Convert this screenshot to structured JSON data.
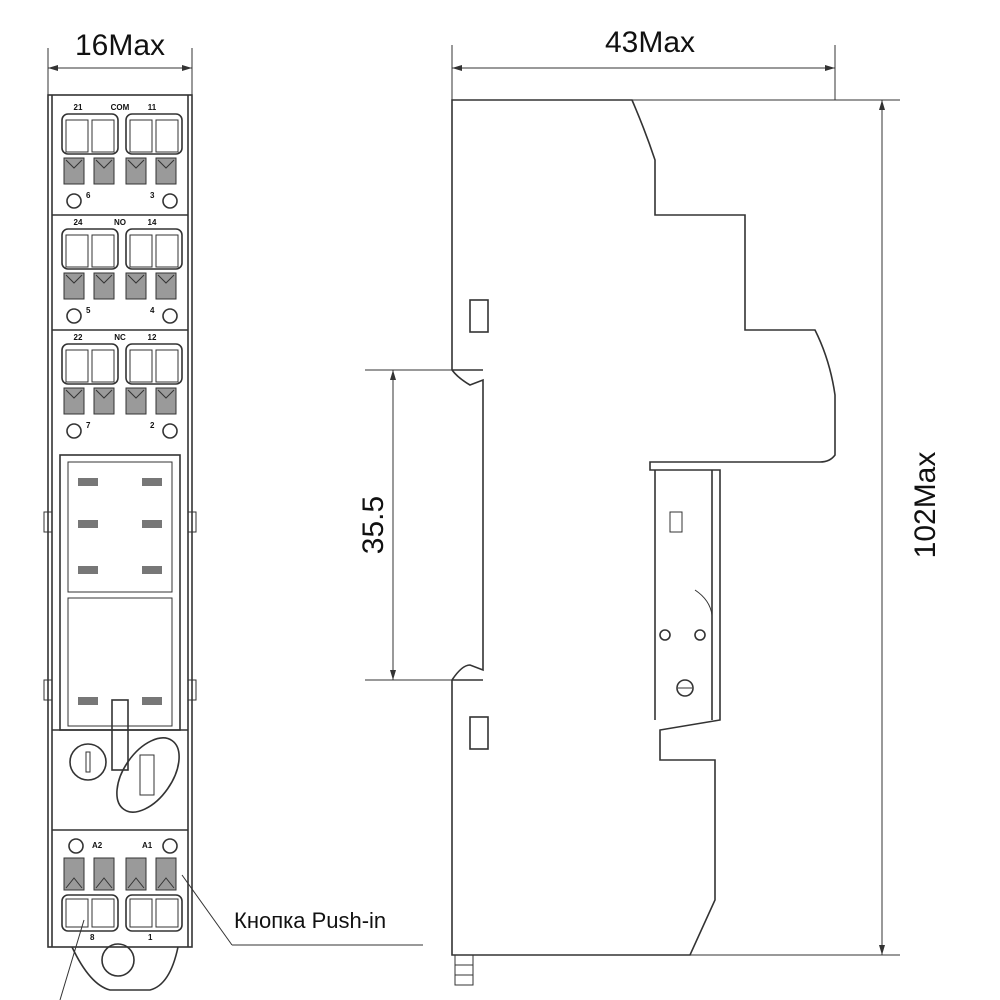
{
  "dimensions": {
    "front_width": "16Max",
    "side_depth": "43Max",
    "height": "102Max",
    "rail_width": "35.5"
  },
  "front_terminals": {
    "blocks": [
      {
        "left": "21",
        "center": "COM",
        "right": "11",
        "bottom_left": "6",
        "bottom_right": "3"
      },
      {
        "left": "24",
        "center": "NO",
        "right": "14",
        "bottom_left": "5",
        "bottom_right": "4"
      },
      {
        "left": "22",
        "center": "NC",
        "right": "12",
        "bottom_left": "7",
        "bottom_right": "2"
      }
    ],
    "coil": {
      "left": "A2",
      "right": "A1",
      "bottom_left": "8",
      "bottom_right": "1"
    }
  },
  "callout": "Кнопка Push-in",
  "colors": {
    "line": "#333333",
    "fill": "#ffffff",
    "shade": "#9a9a9a"
  }
}
